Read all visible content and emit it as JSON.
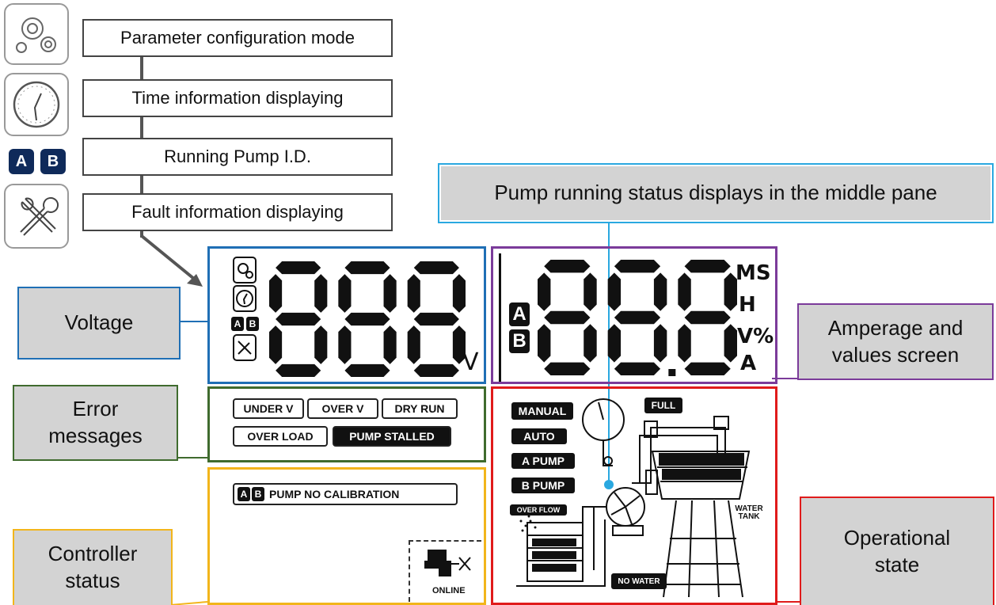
{
  "legend": {
    "items": [
      {
        "label": "Parameter configuration mode",
        "icon": "gears-icon"
      },
      {
        "label": "Time information displaying",
        "icon": "clock-icon"
      },
      {
        "label": "Running Pump I.D.",
        "icon": "ab-badge-icon"
      },
      {
        "label": "Fault information displaying",
        "icon": "tools-icon"
      }
    ],
    "ab_letters": [
      "A",
      "B"
    ]
  },
  "callouts": {
    "voltage": "Voltage",
    "amperage": "Amperage and values screen",
    "error": "Error messages",
    "controller": "Controller status",
    "operational": "Operational state",
    "pump_running": "Pump running status displays in the middle pane"
  },
  "voltage_display": {
    "digits": "888",
    "unit": "V"
  },
  "amperage_display": {
    "digits": "888",
    "units": {
      "ms": "MS",
      "h": "H",
      "vp": "V%",
      "a": "A"
    },
    "pump_ids": [
      "A",
      "B"
    ]
  },
  "errors": {
    "under_v": "UNDER V",
    "over_v": "OVER V",
    "dry_run": "DRY RUN",
    "over_load": "OVER LOAD",
    "pump_stalled": "PUMP STALLED"
  },
  "controller_status": {
    "ab": [
      "A",
      "B"
    ],
    "no_calibration": "PUMP NO CALIBRATION",
    "online": "ONLINE"
  },
  "operational": {
    "manual": "MANUAL",
    "auto": "AUTO",
    "a_pump": "A PUMP",
    "b_pump": "B PUMP",
    "full": "FULL",
    "over_flow": "OVER FLOW",
    "no_water": "NO WATER",
    "water_tank": "WATER TANK"
  },
  "colors": {
    "voltage_frame": "#1f6fb5",
    "amperage_frame": "#7b3b9a",
    "error_frame": "#3f6b2e",
    "controller_frame": "#f2b51b",
    "operational_frame": "#e01b1b",
    "pump_status_frame": "#2aa8e0",
    "ab_badge": "#0f2a5a"
  }
}
